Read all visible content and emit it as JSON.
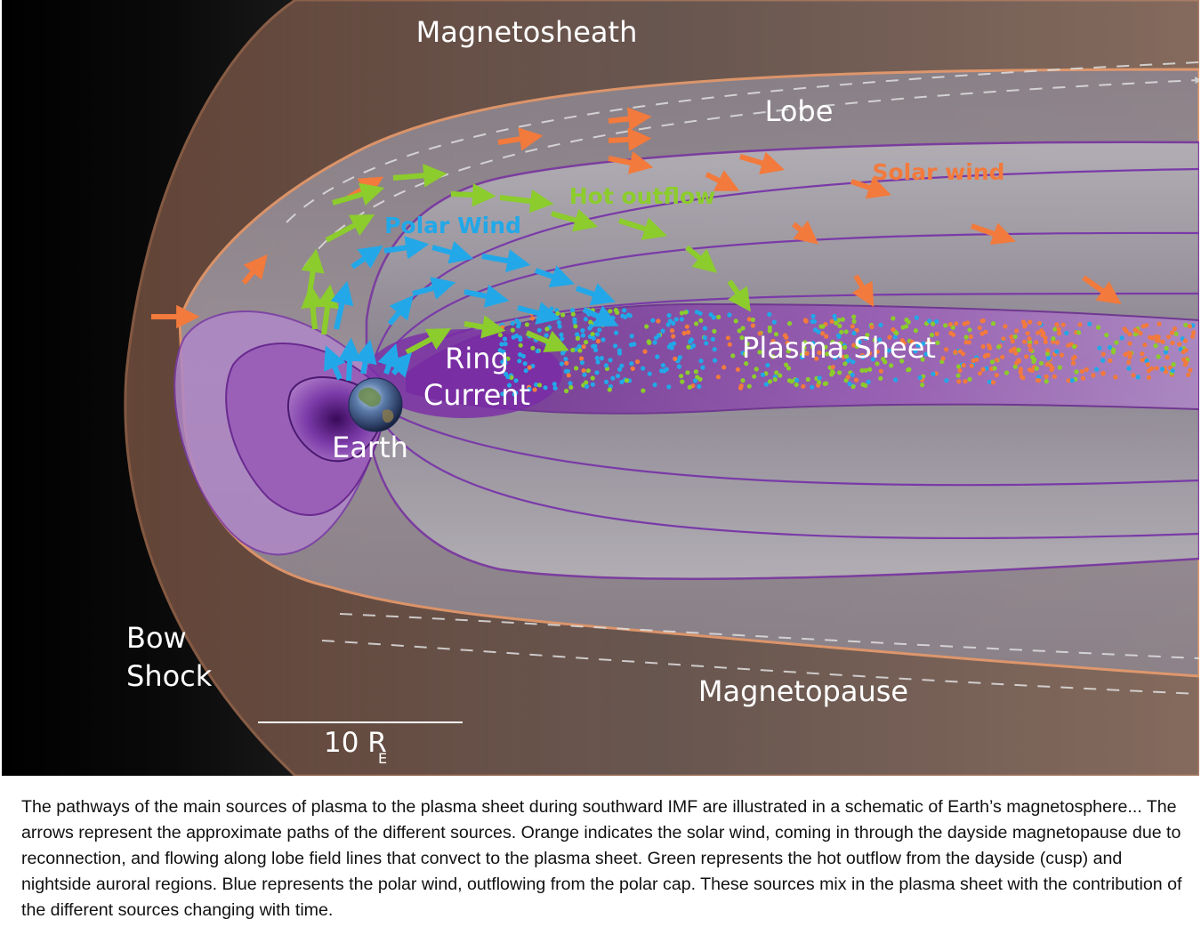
{
  "diagram": {
    "labels": {
      "magnetosheath": "Magnetosheath",
      "lobe": "Lobe",
      "solar_wind": "Solar wind",
      "hot_outflow": "Hot outflow",
      "polar_wind": "Polar Wind",
      "ring_current_1": "Ring",
      "ring_current_2": "Current",
      "plasma_sheet": "Plasma Sheet",
      "earth": "Earth",
      "bow_shock_1": "Bow",
      "bow_shock_2": "Shock",
      "magnetopause": "Magnetopause",
      "scale_value": "10 R",
      "scale_subscript": "E"
    },
    "colors": {
      "solar_wind": "#f27a3c",
      "hot_outflow": "#8ccc2c",
      "polar_wind": "#22a8e8",
      "plasma": "#8a3fb0",
      "magnetopause_edge": "#f0a070",
      "background": "#000000"
    },
    "icons": {
      "earth": "earth-globe-icon"
    }
  },
  "caption": "The pathways of the main sources of plasma to the plasma sheet during southward IMF are illustrated in a schematic of Earth’s magnetosphere... The arrows represent the approximate paths of the different sources. Orange indicates the solar wind, coming in through the dayside magnetopause due to reconnection, and flowing along lobe field lines that convect to the plasma sheet. Green represents the hot outflow from the dayside (cusp) and nightside auroral regions. Blue represents the polar wind, outflowing from the polar cap. These sources mix in the plasma sheet with the contribution of the different sources changing with time."
}
